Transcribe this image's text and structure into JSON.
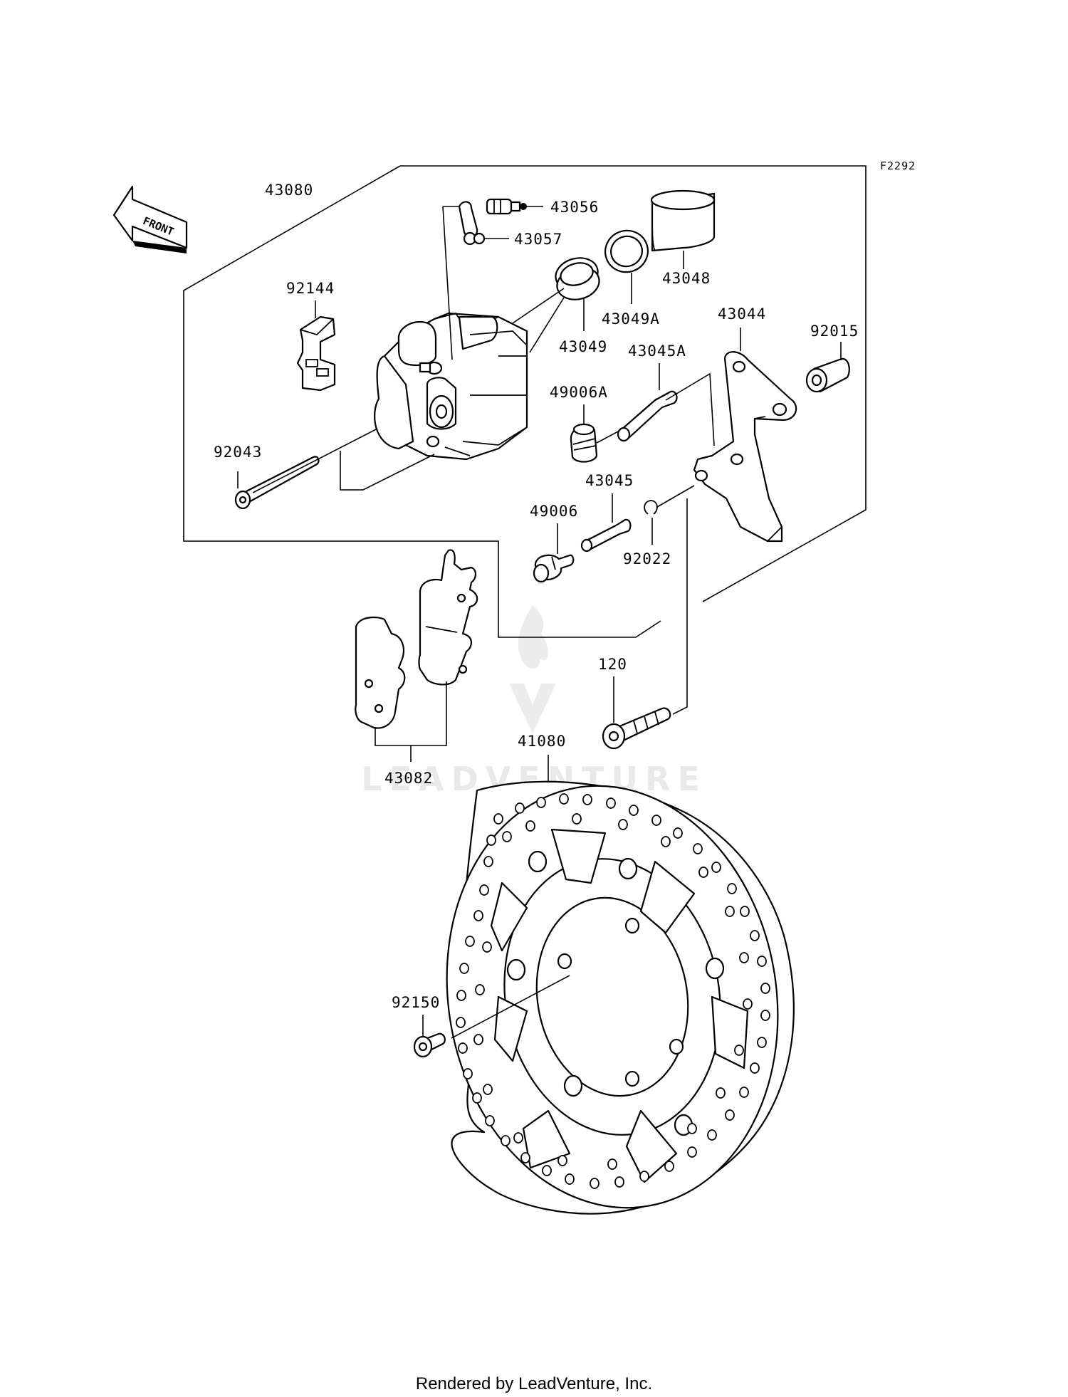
{
  "diagram_code": "F2292",
  "front_arrow_text": "FRONT",
  "watermark": "LEADVENTURE",
  "footer": "Rendered by LeadVenture, Inc.",
  "labels": {
    "l43080": "43080",
    "l43056": "43056",
    "l43057": "43057",
    "l43048": "43048",
    "l92144": "92144",
    "l43049A": "43049A",
    "l43044": "43044",
    "l43049": "43049",
    "l92015": "92015",
    "l43045A": "43045A",
    "l49006A": "49006A",
    "l92043": "92043",
    "l43045": "43045",
    "l49006": "49006",
    "l92022": "92022",
    "l120": "120",
    "l41080": "41080",
    "l43082": "43082",
    "l92150": "92150"
  }
}
